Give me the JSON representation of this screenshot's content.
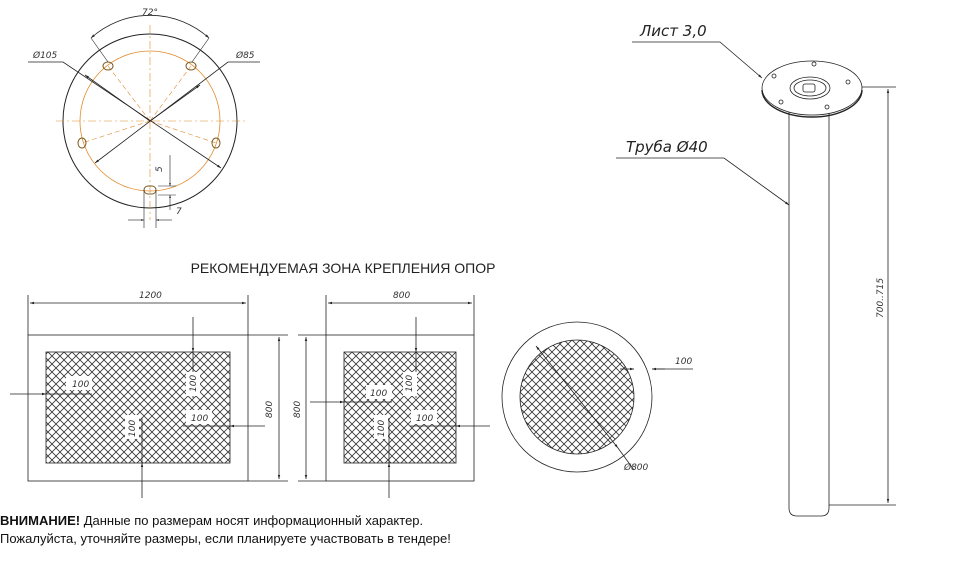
{
  "flange_view": {
    "angle": "72°",
    "outer_diameter": "Ø105",
    "hole_circle_diameter": "Ø85",
    "slot_offset": "5",
    "slot_width": "7"
  },
  "zone_title": "РЕКОМЕНДУЕМАЯ ЗОНА КРЕПЛЕНИЯ ОПОР",
  "rect_large": {
    "width": "1200",
    "height": "800",
    "margin": "100"
  },
  "rect_square": {
    "width": "800",
    "height": "800",
    "margin": "100"
  },
  "round_zone": {
    "margin": "100",
    "diameter": "Ø800"
  },
  "leg": {
    "plate_label": "Лист 3,0",
    "tube_label": "Труба Ø40",
    "height": "700..715"
  },
  "warning": {
    "bold": "ВНИМАНИЕ!",
    "line1": " Данные по размерам носят информационный характер.",
    "line2": "Пожалуйста, уточняйте размеры, если планируете участвовать в тендере!"
  },
  "colors": {
    "line": "#222222",
    "axis": "#e08a2c"
  }
}
